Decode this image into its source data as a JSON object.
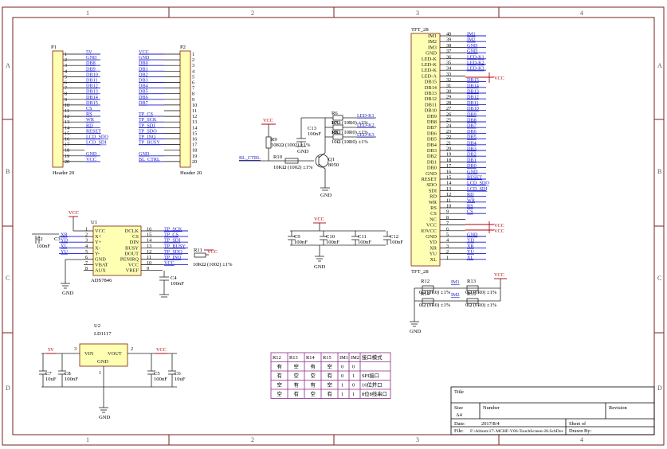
{
  "frame": {
    "columns": [
      "1",
      "2",
      "3",
      "4"
    ],
    "rows": [
      "A",
      "B",
      "C",
      "D"
    ]
  },
  "p1": {
    "ref": "P1",
    "part": "Header 20",
    "pins": [
      "1",
      "2",
      "3",
      "4",
      "5",
      "6",
      "7",
      "8",
      "9",
      "10",
      "11",
      "12",
      "13",
      "14",
      "15",
      "16",
      "17",
      "18",
      "19",
      "20"
    ],
    "nets": [
      "5V",
      "GND",
      "DB8",
      "DB9",
      "DB10",
      "DB11",
      "DB12",
      "DB13",
      "DB14",
      "DB15",
      "CS",
      "RS",
      "WR",
      "RD",
      "RESET",
      "LCD_SDO",
      "LCD_SDI",
      "",
      "GND",
      "VCC"
    ]
  },
  "p2": {
    "ref": "P2",
    "part": "Header 20",
    "nets": [
      "VCC",
      "GND",
      "DB0",
      "DB1",
      "DB2",
      "DB3",
      "DB4",
      "DB5",
      "DB6",
      "DB7",
      "",
      "TP_CS",
      "TP_SCK",
      "TP_SDI",
      "TP_SDO",
      "TP_INQ",
      "TP_BUSY",
      "",
      "GND",
      "BL_CTRL"
    ]
  },
  "tft": {
    "ref": "TFT_28",
    "ref_bottom": "TFT_28",
    "left": [
      "IM1",
      "IM2",
      "IM3",
      "GND",
      "LED-K",
      "LED-K",
      "LED-K",
      "LED-A",
      "DB15",
      "DB14",
      "DB13",
      "DB12",
      "DB11",
      "DB10",
      "DB9",
      "DB8",
      "DB7",
      "DB6",
      "DB5",
      "DB4",
      "DB3",
      "DB2",
      "DB1",
      "DB0",
      "GND",
      "RESET",
      "SDO",
      "SDI",
      "RD",
      "WR",
      "RS",
      "CS",
      "NC",
      "VCC",
      "IOVCC",
      "GND",
      "YD",
      "XR",
      "YU",
      "XL"
    ],
    "numbers": [
      "40",
      "39",
      "38",
      "37",
      "36",
      "35",
      "34",
      "33",
      "32",
      "31",
      "30",
      "29",
      "28",
      "27",
      "26",
      "25",
      "24",
      "23",
      "22",
      "21",
      "20",
      "19",
      "18",
      "17",
      "16",
      "15",
      "14",
      "13",
      "12",
      "11",
      "10",
      "9",
      "8",
      "7",
      "6",
      "5",
      "4",
      "3",
      "2",
      "1"
    ],
    "nets": [
      "IM1",
      "IM2",
      "GND",
      "GND",
      "LED-K1",
      "LED-K2",
      "LED-K3",
      "",
      "DB15",
      "DB14",
      "DB13",
      "DB12",
      "DB11",
      "DB10",
      "DB9",
      "DB8",
      "DB7",
      "DB6",
      "DB5",
      "DB4",
      "DB3",
      "DB2",
      "DB1",
      "DB0",
      "GND",
      "RESET",
      "LCD_SDO",
      "LCD_SDI",
      "RD",
      "WR",
      "RS",
      "CS",
      "",
      "",
      "",
      "GND",
      "YD",
      "XR",
      "YU",
      "XL"
    ],
    "vcc_label": "VCC"
  },
  "u1": {
    "ref": "U1",
    "part": "ADS7846",
    "left": [
      "VCC",
      "X+",
      "Y+",
      "X-",
      "Y-",
      "GND",
      "VBAT",
      "AUX"
    ],
    "left_num": [
      "1",
      "2",
      "3",
      "4",
      "5",
      "6",
      "7",
      "8"
    ],
    "right": [
      "DCLK",
      "CS",
      "DIN",
      "BUSY",
      "DOUT",
      "PENIRQ",
      "VCC",
      "VREF"
    ],
    "right_num": [
      "16",
      "15",
      "14",
      "13",
      "12",
      "11",
      "10",
      "9"
    ],
    "left_nets": [
      "",
      "XR",
      "YD",
      "XL",
      "YU",
      "",
      "",
      ""
    ],
    "right_nets": [
      "TP_SCK",
      "TP_CS",
      "TP_SDI",
      "TP_BUSY",
      "TP_SDO",
      "TP_INQ",
      "VCC",
      ""
    ],
    "vcc": "VCC",
    "gnd": "GND",
    "c2": "C2",
    "c2_val": "100nF",
    "c3": "C3",
    "c4": "C4",
    "c4_val": "100nF",
    "r11": "R11",
    "r11_val": "10KΩ (1002) ±1%",
    "r11_vcc": "VCC"
  },
  "backlight": {
    "vcc": "VCC",
    "r9": "R9",
    "r9_val": "10KΩ (1002) ±1%",
    "r10": "R10",
    "r10_val": "10KΩ (1002) ±1%",
    "c13": "C13",
    "c13_val": "100nF",
    "q1": "Q1",
    "q1_part": "8050",
    "r6": "R6",
    "r7": "R7",
    "r8": "R8",
    "r_val": "10Ω (10R0) ±1%",
    "leds": [
      "LED-K1",
      "LED-K2",
      "LED-K3"
    ],
    "bl": "BL_CTRL",
    "gnd": "GND",
    "gnd2": "GND"
  },
  "decoupling": {
    "vcc": "VCC",
    "gnd": "GND",
    "caps": [
      "C9",
      "C10",
      "C11",
      "C12"
    ],
    "val": "100nF"
  },
  "im_select": {
    "r12": "R12",
    "r13": "R13",
    "r14": "R14",
    "r15": "R15",
    "im1": "IM1",
    "im2": "IM2",
    "val": "0Ω (0R0) ±1%",
    "vcc": "VCC",
    "gnd": "GND"
  },
  "regulator": {
    "ref": "U2",
    "part": "LD1117",
    "vin": "VIN",
    "vout": "VOUT",
    "gnd_pin": "GND",
    "p3": "3",
    "p2": "2",
    "p1": "1",
    "in": "5V",
    "out": "VCC",
    "gnd": "GND",
    "caps": [
      "C7",
      "C8",
      "C5",
      "C6"
    ],
    "vals": [
      "10uF",
      "100nF",
      "100nF",
      "10uF"
    ]
  },
  "mode_table": {
    "headers": [
      "R12",
      "R13",
      "R14",
      "R15",
      "IM1",
      "IM2",
      "接口模式"
    ],
    "rows": [
      [
        "有",
        "空",
        "有",
        "空",
        "0",
        "0",
        ""
      ],
      [
        "有",
        "空",
        "空",
        "有",
        "0",
        "1",
        "SPI接口"
      ],
      [
        "空",
        "有",
        "有",
        "空",
        "1",
        "0",
        "16位并口"
      ],
      [
        "空",
        "有",
        "空",
        "有",
        "1",
        "1",
        "8位8线串口"
      ]
    ]
  },
  "title_block": {
    "title": "Title",
    "size_label": "Size",
    "size": "A4",
    "number_label": "Number",
    "revision_label": "Revision",
    "date_label": "Date:",
    "date": "2017/8/4",
    "file_label": "File:",
    "file": "F:\\Altium\\17\\ MCHF-V06-TouchScreen-28.SchDoc",
    "sheet_label": "Sheet   of",
    "drawn_label": "Drawn By:"
  }
}
